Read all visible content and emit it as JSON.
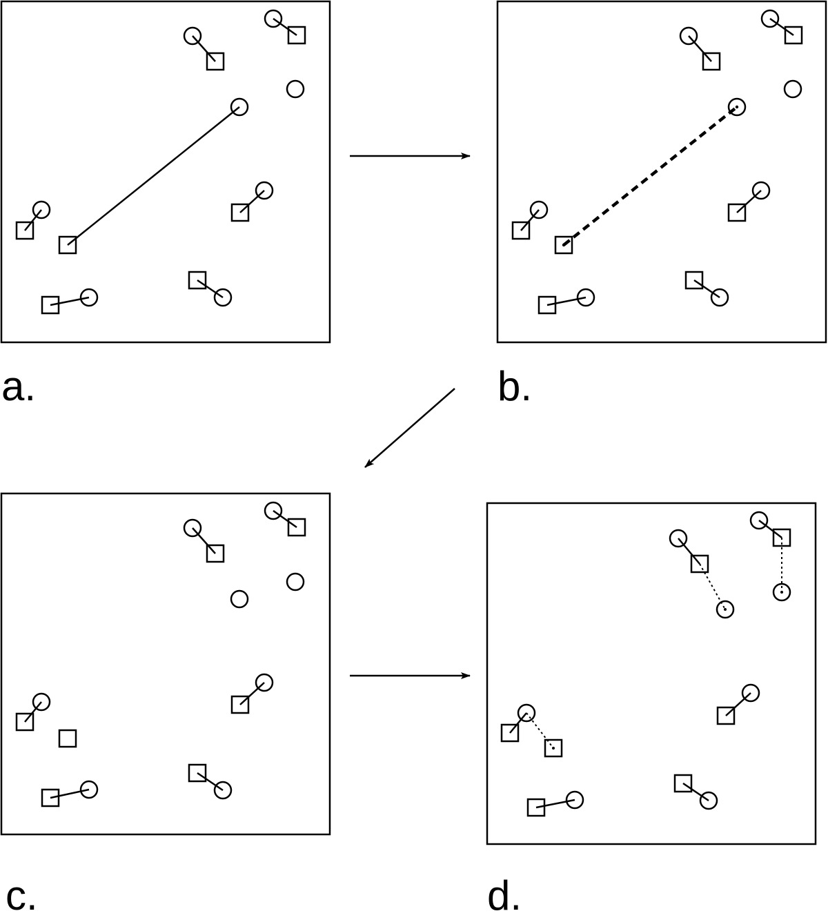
{
  "colors": {
    "background": "#ffffff",
    "ink": "#000000"
  },
  "panels": [
    {
      "id": "a",
      "label": "a."
    },
    {
      "id": "b",
      "label": "b."
    },
    {
      "id": "c",
      "label": "c."
    },
    {
      "id": "d",
      "label": "d."
    }
  ],
  "legend_shapes": [
    "circle-node",
    "square-node"
  ],
  "link_styles": [
    "solid",
    "bold-dashed",
    "dotted"
  ]
}
